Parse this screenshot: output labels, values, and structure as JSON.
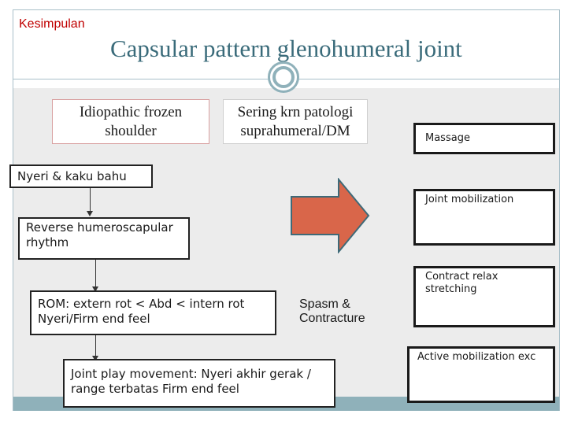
{
  "slide": {
    "section_label": "Kesimpulan",
    "title": "Capsular pattern glenohumeral joint"
  },
  "flow": {
    "idiopathic_box": "Idiopathic frozen shoulder",
    "secondary_box": "Sering krn patologi suprahumeral/DM",
    "pain_box": "Nyeri & kaku bahu",
    "reverse_box": "Reverse humeroscapular rhythm",
    "rom_box": "ROM: extern rot < Abd < intern rot Nyeri/Firm end feel",
    "spasm_label": "Spasm & Contracture",
    "joint_play_box": "Joint play movement: Nyeri akhir gerak / range terbatas Firm end feel"
  },
  "treatments": [
    {
      "label": "Massage"
    },
    {
      "label": "Joint mobilization"
    },
    {
      "label": "Contract relax stretching"
    },
    {
      "label": "Active mobilization exc"
    }
  ],
  "colors": {
    "section_label": "#c00000",
    "title": "#3a6b7a",
    "accent_teal": "#8fb1ba",
    "arrow_fill": "#d9664a",
    "arrow_stroke": "#3e6a78"
  }
}
